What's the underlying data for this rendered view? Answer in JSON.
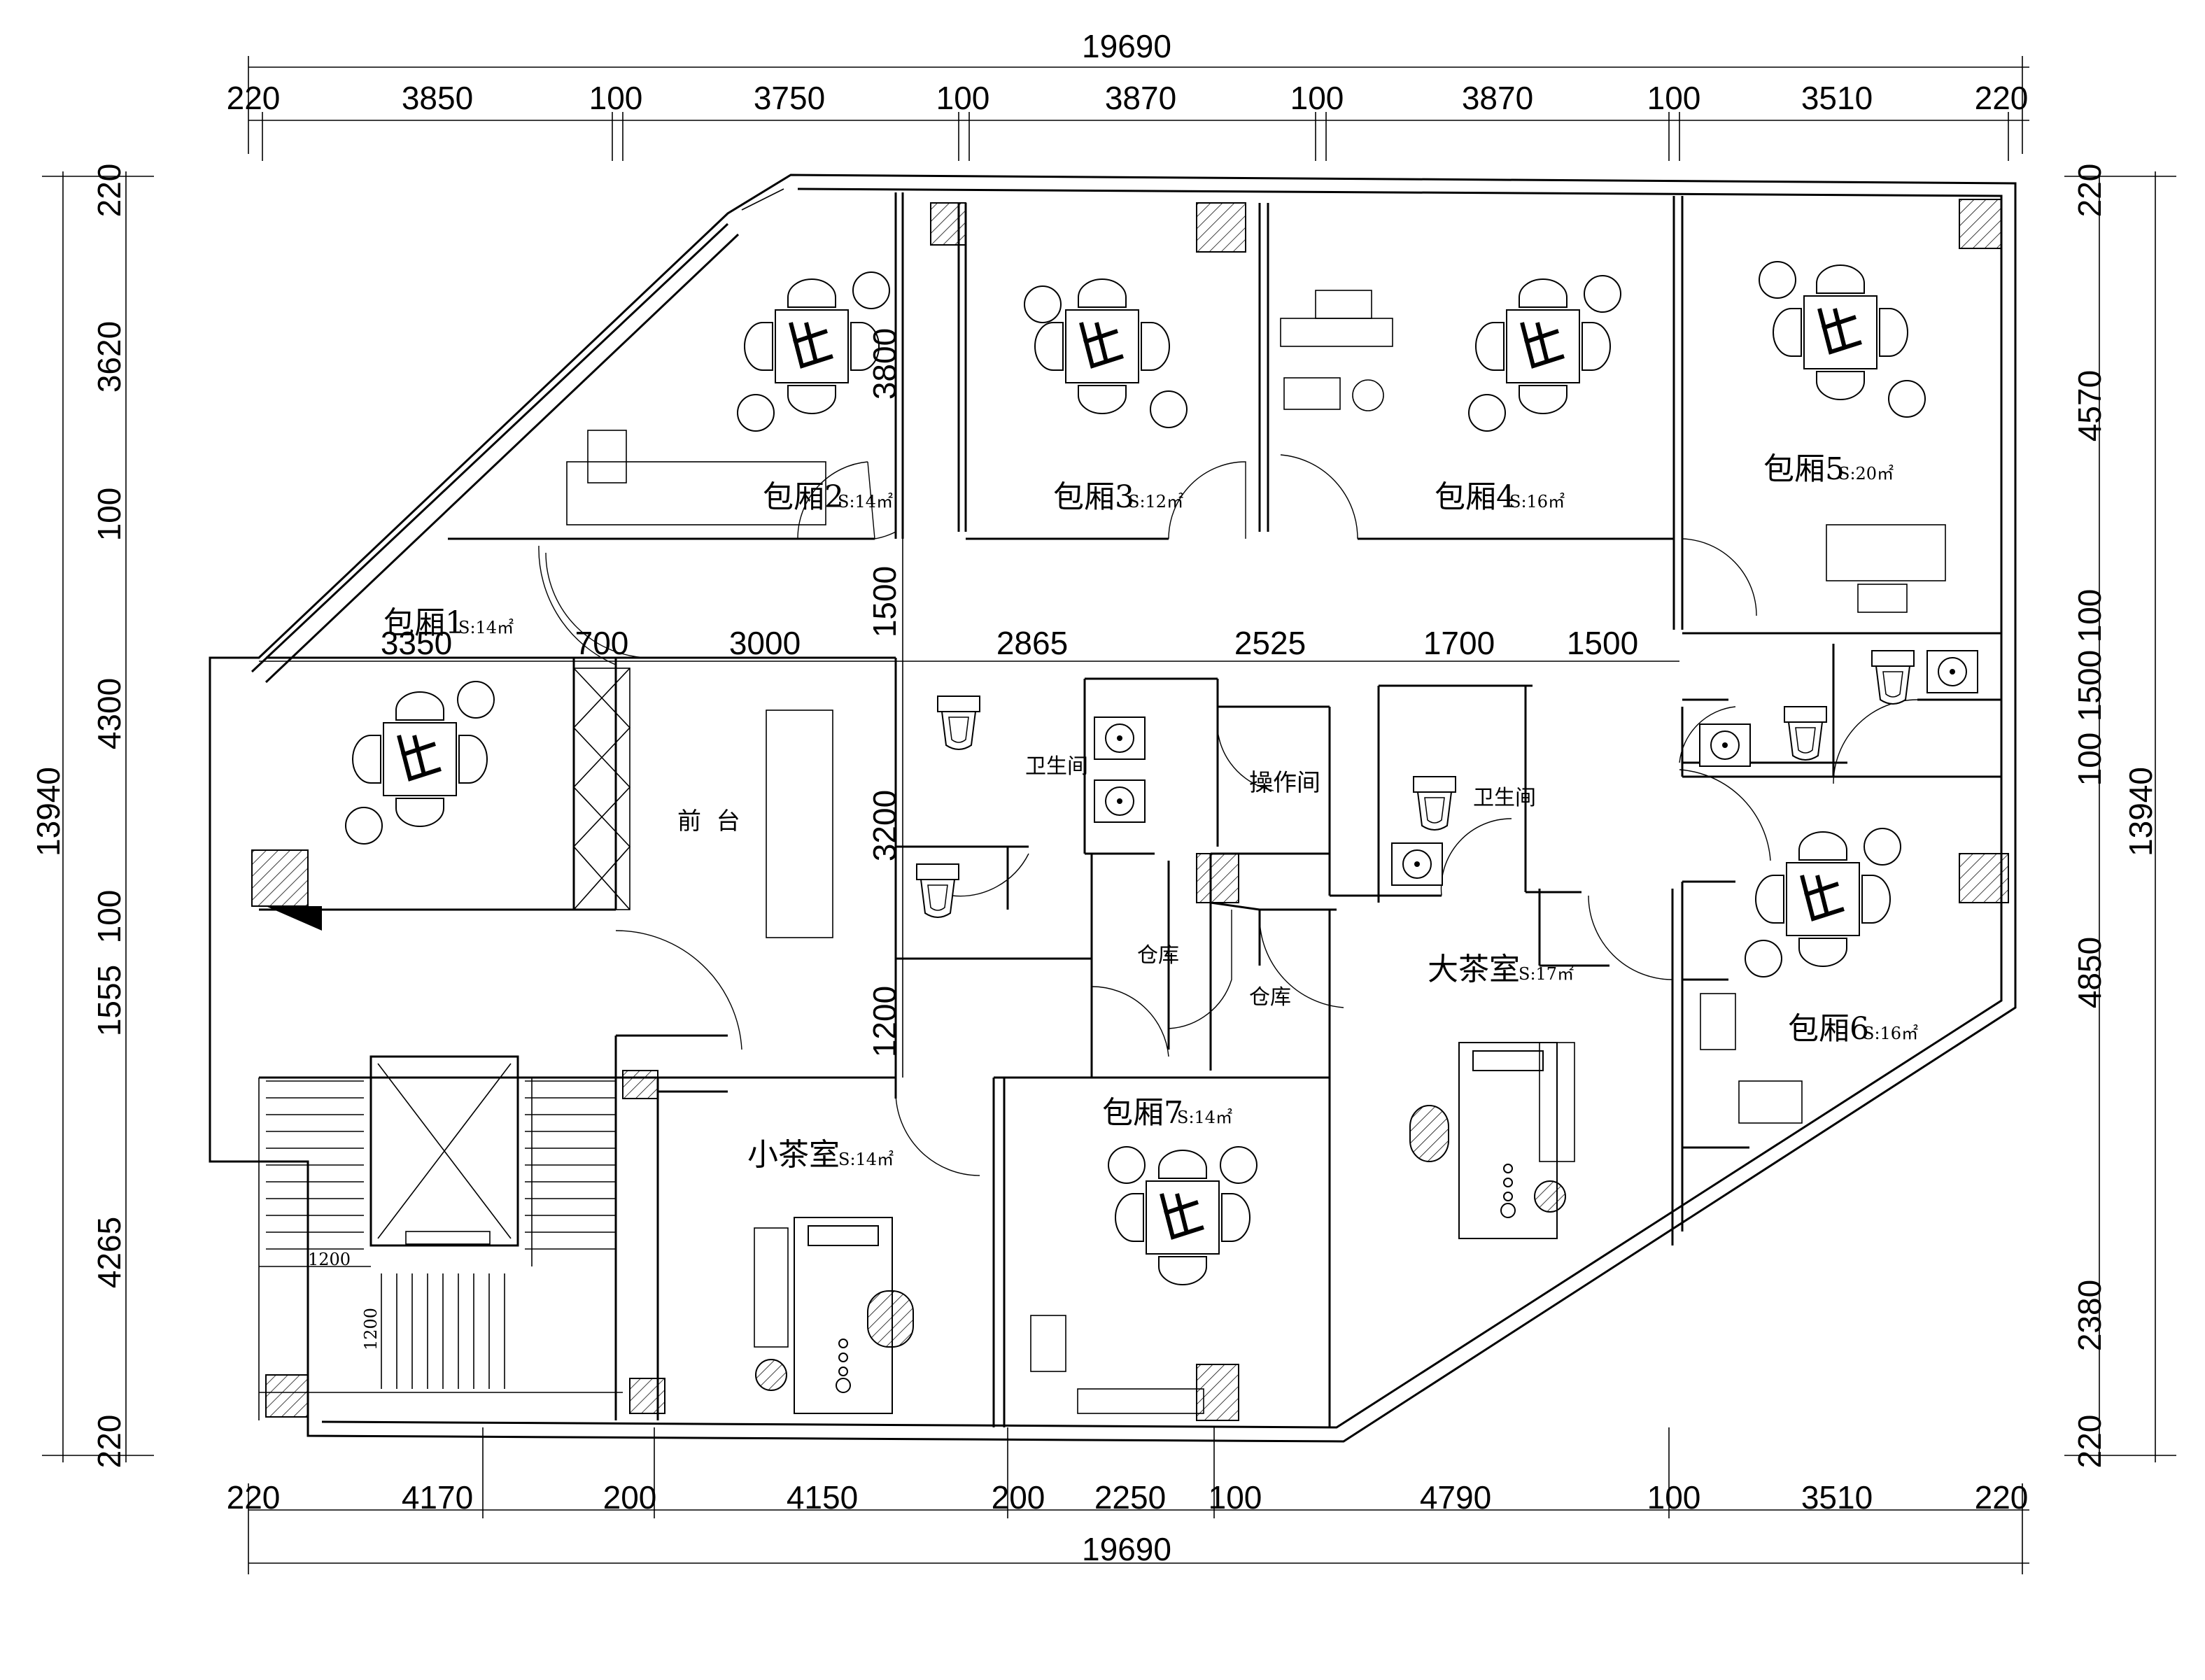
{
  "dimensions": {
    "top_total": "19690",
    "top": [
      "220",
      "3850",
      "100",
      "3750",
      "100",
      "3870",
      "100",
      "3870",
      "100",
      "3510",
      "220"
    ],
    "bottom_total": "19690",
    "bottom": [
      "220",
      "4170",
      "200",
      "4150",
      "200",
      "2250",
      "100",
      "4790",
      "100",
      "3510",
      "220"
    ],
    "left_total": "13940",
    "left": [
      "220",
      "3620",
      "100",
      "4300",
      "100",
      "1555",
      "4265",
      "220"
    ],
    "right_total": "13940",
    "right": [
      "220",
      "4570",
      "100",
      "1500",
      "100",
      "4850",
      "2380",
      "220"
    ],
    "interior": {
      "d3350": "3350",
      "d700": "700",
      "d3000": "3000",
      "d2865": "2865",
      "d2525": "2525",
      "d1700": "1700",
      "d1500": "1500",
      "v3800": "3800",
      "v1500": "1500",
      "v3200": "3200",
      "v1200": "1200",
      "stair1": "1200",
      "stair2": "1200"
    }
  },
  "rooms": {
    "r1": {
      "name": "包厢1",
      "area": "S:14㎡"
    },
    "r2": {
      "name": "包厢2",
      "area": "S:14㎡"
    },
    "r3": {
      "name": "包厢3",
      "area": "S:12㎡"
    },
    "r4": {
      "name": "包厢4",
      "area": "S:16㎡"
    },
    "r5": {
      "name": "包厢5",
      "area": "S:20㎡"
    },
    "r6": {
      "name": "包厢6",
      "area": "S:16㎡"
    },
    "r7": {
      "name": "包厢7",
      "area": "S:14㎡"
    },
    "reception": {
      "name": "前  台"
    },
    "small_tea": {
      "name": "小茶室",
      "area": "S:14㎡"
    },
    "big_tea": {
      "name": "大茶室",
      "area": "S:17㎡"
    },
    "wc1": {
      "name": "卫生间"
    },
    "wc2": {
      "name": "卫生间"
    },
    "ops": {
      "name": "操作间"
    },
    "store1": {
      "name": "仓库"
    },
    "store2": {
      "name": "仓库"
    }
  }
}
